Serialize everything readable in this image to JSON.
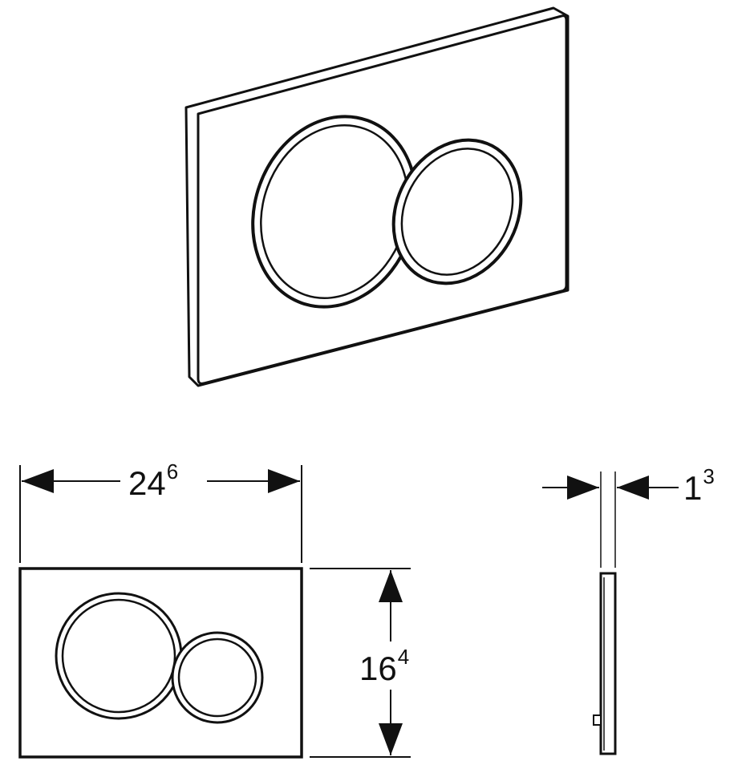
{
  "colors": {
    "line": "#111111",
    "fill": "#ffffff"
  },
  "dimensions": {
    "width": {
      "value": "24",
      "superscript": "6"
    },
    "height": {
      "value": "16",
      "superscript": "4"
    },
    "thickness": {
      "value": "1",
      "superscript": "3"
    }
  }
}
